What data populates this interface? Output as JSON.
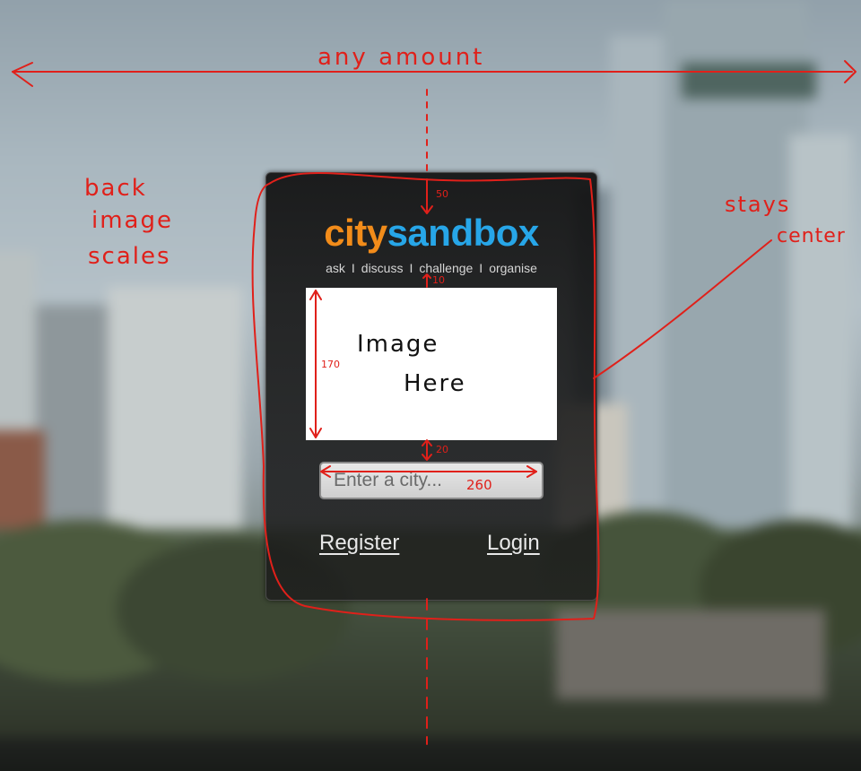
{
  "brand": {
    "part1": "city",
    "part2": "sandbox"
  },
  "tagline": [
    "ask",
    "discuss",
    "challenge",
    "organise"
  ],
  "tagline_separator": "I",
  "image_placeholder": {
    "line1": "Image",
    "line2": "Here"
  },
  "search": {
    "placeholder": "Enter a city..."
  },
  "actions": {
    "register": "Register",
    "login": "Login"
  },
  "annotations": {
    "width_note": "any amount",
    "background_note": [
      "back",
      "image",
      "scales"
    ],
    "center_note": [
      "stays",
      "center"
    ],
    "gap_top": "50",
    "gap_tagline": "10",
    "image_height": "170",
    "gap_input": "20",
    "input_width": "260"
  },
  "colors": {
    "brand_city": "#f28c1a",
    "brand_sandbox": "#27a6e8",
    "annotation": "#e0201a"
  }
}
